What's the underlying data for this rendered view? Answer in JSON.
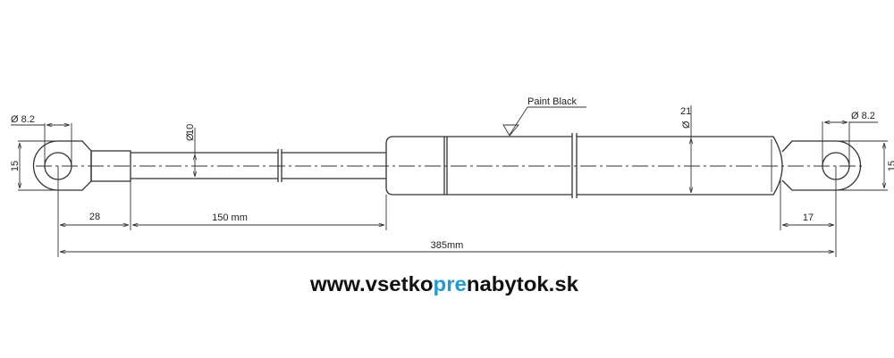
{
  "dimensions": {
    "left_eye_diameter": "Ø 8.2",
    "right_eye_diameter": "Ø 8.2",
    "left_eye_height": "15",
    "right_eye_height": "15",
    "rod_diameter_symbol": "Ø",
    "rod_diameter_value": "10",
    "cylinder_diameter_symbol": "Ø",
    "cylinder_diameter_value": "21",
    "left_end_length": "28",
    "stroke_length": "150 mm",
    "right_end_length": "17",
    "total_length": "385mm"
  },
  "annotation": {
    "paint": "Paint Black"
  },
  "website": {
    "part1": "www.vsetko",
    "part2": "pre",
    "part3": "nabytok.sk"
  },
  "colors": {
    "line": "#333333",
    "text": "#111111",
    "accent": "#1e9ad8"
  }
}
